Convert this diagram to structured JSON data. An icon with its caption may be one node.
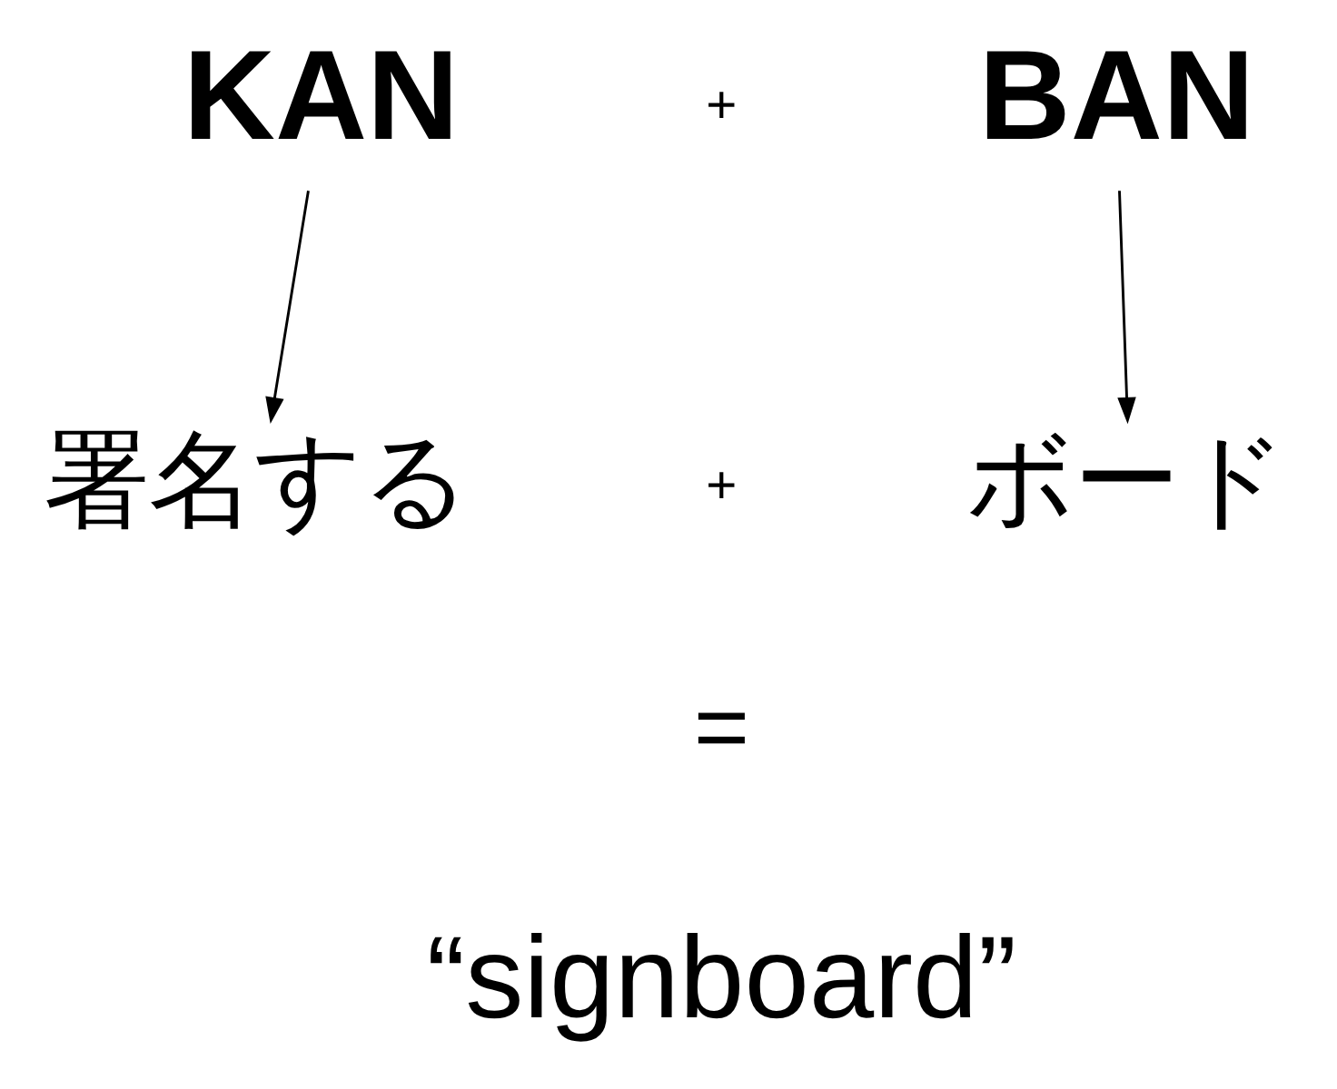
{
  "diagram": {
    "nodes": [
      {
        "text": [
          "KAN"
        ]
      },
      {
        "text": [
          "BAN"
        ]
      },
      {
        "text": [
          "署名する"
        ]
      },
      {
        "text": [
          "ボード"
        ]
      }
    ],
    "edges": [
      {
        "from": 0,
        "to": 2,
        "arrow": "to"
      },
      {
        "from": 1,
        "to": 3,
        "arrow": "to"
      }
    ],
    "labels": [
      "+",
      "+",
      "=",
      "“signboard”"
    ]
  }
}
